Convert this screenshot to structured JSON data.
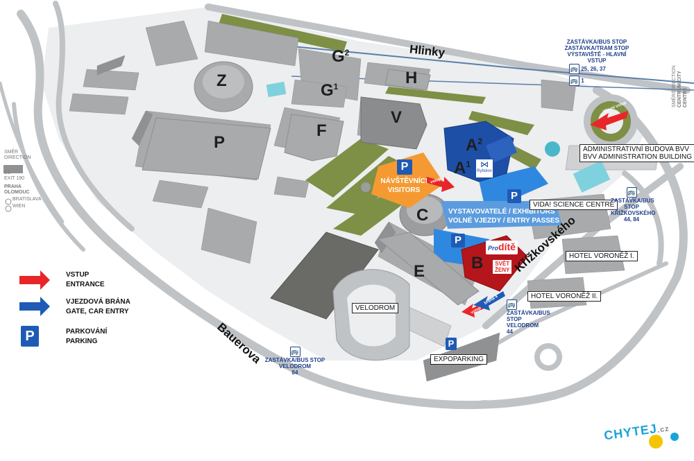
{
  "streets": {
    "hlinky": "Hlinky",
    "bauerova": "Bauerova",
    "krizkovskeho": "Křížkovského"
  },
  "pavilions": {
    "z": "Z",
    "p": "P",
    "g1": "G",
    "g1_sup": "1",
    "g2": "G",
    "g2_sup": "2",
    "h": "H",
    "v": "V",
    "f": "F",
    "a1": "A",
    "a1_sup": "1",
    "a2": "A",
    "a2_sup": "2",
    "c": "C",
    "e": "E",
    "b": "B"
  },
  "labels": {
    "visitors_line1": "NÁVŠTĚVNÍCI",
    "visitors_line2": "VISITORS",
    "exhibitors_line1": "VYSTAVOVATELÉ / EXHIBITORS",
    "exhibitors_line2": "VOLNÉ VJEZDY / ENTRY PASSES",
    "vida": "VIDA! SCIENCE CENTRE",
    "bvv_line1": "ADMINISTRATIVNÍ BUDOVA BVV",
    "bvv_line2": "BVV ADMINISTRATION BUILDING",
    "hotel1": "HOTEL VORONĚŽ I.",
    "hotel2": "HOTEL VORONĚŽ II.",
    "velodrom": "VELODROM",
    "expoparking": "EXPOPARKING",
    "rybolov": "Rybolov",
    "prodite_pro": "Pro",
    "prodite_dite": "dítě",
    "svet_line1": "SVĚT",
    "svet_line2": "ŽENY",
    "hlavni_vstup": "Hlavní vstup",
    "vstup_c": "vstup",
    "gate4": "brána 4",
    "gate_e": "vstup"
  },
  "stops": {
    "top_line1": "ZASTÁVKA/BUS STOP",
    "top_line2": "ZASTÁVKA/TRAM STOP",
    "top_line3": "VÝSTAVIŠTĚ - HLAVNÍ VSTUP",
    "top_numbers": "25, 26, 37",
    "top_second": "1",
    "kriz_line1": "ZASTÁVKA/BUS STOP",
    "kriz_line2": "KŘÍŽKOVSKÉHO",
    "kriz_numbers": "44, 84",
    "velo_right_line1": "ZASTÁVKA/BUS STOP",
    "velo_right_line2": "VELODROM",
    "velo_right_numbers": "44",
    "velo_left_line1": "ZASTÁVKA/BUS STOP",
    "velo_left_line2": "VELODROM",
    "velo_left_numbers": "84",
    "bus_glyph": "🚌"
  },
  "directions": {
    "left_title1": "SMĚR",
    "left_title2": "DIRECTION",
    "d1": "D1",
    "exit": "EXIT 190",
    "praha": "PRAHA",
    "olomouc": "OLOMOUC",
    "bratislava": "BRATISLAVA",
    "wien": "WIEN",
    "right_line1": "SMĚR/DIRECTION",
    "right_line2": "CENTRUM/CITY CENTRE"
  },
  "legend": {
    "entrance_cz": "VSTUP",
    "entrance_en": "ENTRANCE",
    "gate_cz": "VJEZDOVÁ BRÁNA",
    "gate_en": "GATE, CAR ENTRY",
    "parking_cz": "PARKOVÁNÍ",
    "parking_en": "PARKING",
    "parking_letter": "P"
  },
  "logo": {
    "text": "CHYTEJ",
    "tld": ".cz"
  },
  "colors": {
    "entrance_red": "#e8262a",
    "gate_blue": "#1f5bb5",
    "parking_blue": "#1f5bb5",
    "visitors_orange": "#f59a32",
    "exhibitors_blue": "#3b8ee0",
    "pavilion_b_red": "#b5161b",
    "pavilion_a_blue": "#1d4fa6",
    "green": "#7e8f46",
    "road_grey": "#bfc3c6",
    "building_grey": "#a8aaac",
    "dark_building": "#6a6a66",
    "tram_blue": "#5a7ea8"
  }
}
